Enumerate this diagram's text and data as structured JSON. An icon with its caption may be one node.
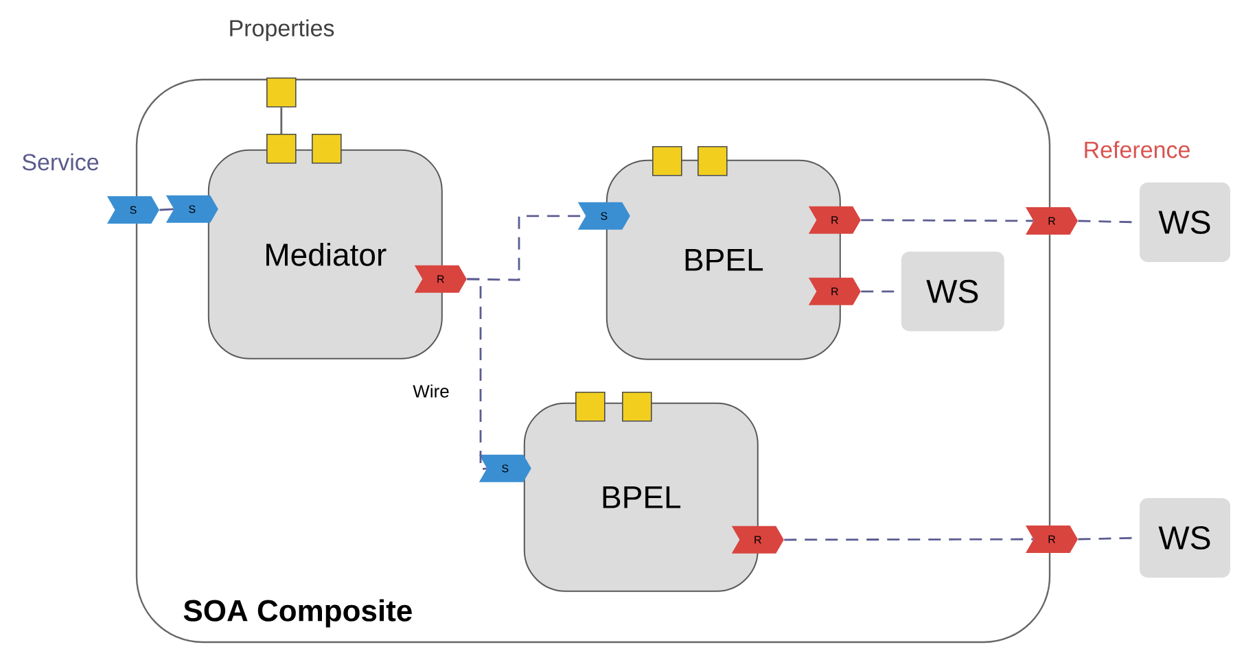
{
  "diagram": {
    "nodes": [
      {
        "text": [
          "SOA Composite"
        ]
      },
      {
        "text": [],
        "shape": "box",
        "in": 0
      },
      {
        "text": [],
        "shape": "box",
        "in": 0
      },
      {
        "text": [],
        "shape": "box",
        "in": 0
      },
      {
        "text": [
          "S"
        ]
      },
      {
        "text": [
          "S"
        ],
        "in": 0
      },
      {
        "text": [
          "Mediator"
        ],
        "in": 0
      },
      {
        "text": [
          "R"
        ],
        "in": 0
      },
      {
        "text": [],
        "shape": "box",
        "in": 0
      },
      {
        "text": [],
        "shape": "box",
        "in": 0
      },
      {
        "text": [
          "S"
        ],
        "in": 0
      },
      {
        "text": [
          "BPEL"
        ],
        "in": 0
      },
      {
        "text": [
          "R"
        ],
        "in": 0
      },
      {
        "text": [
          "R"
        ],
        "in": 0
      },
      {
        "text": [
          "WS"
        ],
        "in": 0
      },
      {
        "text": [
          "R"
        ]
      },
      {
        "text": [
          "WS"
        ]
      },
      {
        "text": [],
        "shape": "box",
        "in": 0
      },
      {
        "text": [],
        "shape": "box",
        "in": 0
      },
      {
        "text": [
          "S"
        ],
        "in": 0
      },
      {
        "text": [
          "BPEL"
        ],
        "in": 0
      },
      {
        "text": [
          "R"
        ],
        "in": 0
      },
      {
        "text": [
          "R"
        ]
      },
      {
        "text": [
          "WS"
        ]
      }
    ],
    "edges": [
      {
        "from": 4,
        "to": 5,
        "arrow": "none"
      },
      {
        "from": 1,
        "to": 2,
        "arrow": "none",
        "color": "#666666"
      },
      {
        "from": 7,
        "to": 10,
        "arrow": "none",
        "style": "dashed"
      },
      {
        "from": 7,
        "to": 19,
        "arrow": "none",
        "style": "dashed",
        "label": "Wire"
      },
      {
        "from": 12,
        "to": 15,
        "arrow": "none",
        "style": "dashed"
      },
      {
        "from": 15,
        "to": 16,
        "arrow": "none",
        "style": "dashed"
      },
      {
        "from": 13,
        "to": 14,
        "arrow": "none",
        "style": "dashed"
      },
      {
        "from": 21,
        "to": 22,
        "arrow": "none",
        "style": "dashed"
      },
      {
        "from": 22,
        "to": 23,
        "arrow": "none",
        "style": "dashed"
      }
    ],
    "labels": [
      "Properties",
      "Service",
      "Reference"
    ]
  }
}
